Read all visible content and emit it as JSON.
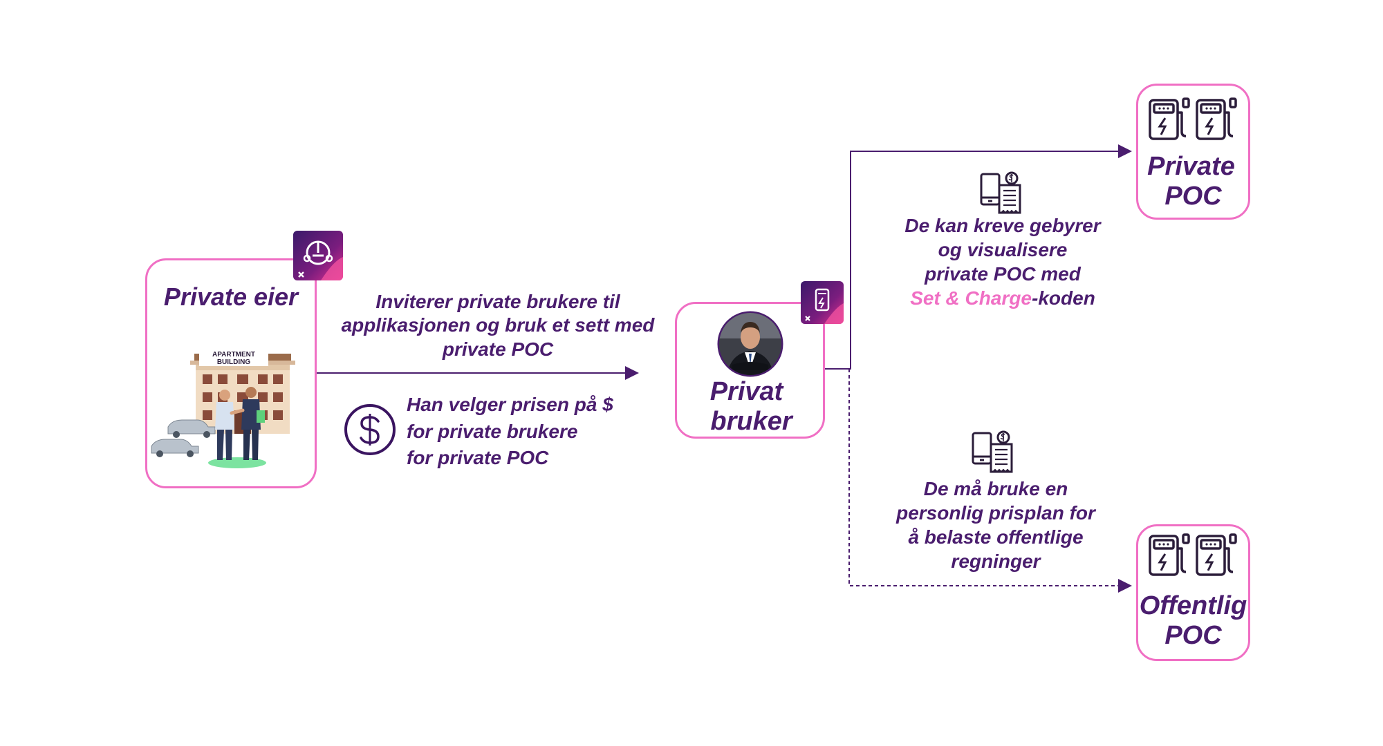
{
  "nodes": {
    "owner": {
      "title": "Private eier",
      "building_sign": "APARTMENT BUILDING"
    },
    "user": {
      "title_line1": "Privat",
      "title_line2": "bruker"
    },
    "private_poc": {
      "title_line1": "Private",
      "title_line2": "POC"
    },
    "public_poc": {
      "title_line1": "Offentlig",
      "title_line2": "POC"
    }
  },
  "labels": {
    "invite": {
      "line1": "Inviterer private brukere til",
      "line2": "applikasjonen og bruk et sett med",
      "line3": "private POC"
    },
    "price": {
      "line1": "Han velger prisen på $",
      "line2": "for private brukere",
      "line3": "for private POC"
    },
    "private_fees": {
      "line1": "De kan kreve gebyrer",
      "line2": "og visualisere",
      "line3": "private POC med",
      "highlight": "Set & Charge",
      "line4_suffix": "-koden"
    },
    "public_plan": {
      "line1": "De må bruke en",
      "line2": "personlig prisplan for",
      "line3": "å belaste offentlige",
      "line4": "regninger"
    }
  },
  "icons": {
    "owner_app": "plug-app-icon",
    "user_app": "charger-app-icon",
    "price": "dollar-circle-icon",
    "billing": "phone-receipt-icon",
    "station": "charging-station-icon"
  },
  "colors": {
    "primary": "#4a1d6e",
    "accent": "#f06fc4",
    "arrow": "#4a1d6e"
  }
}
